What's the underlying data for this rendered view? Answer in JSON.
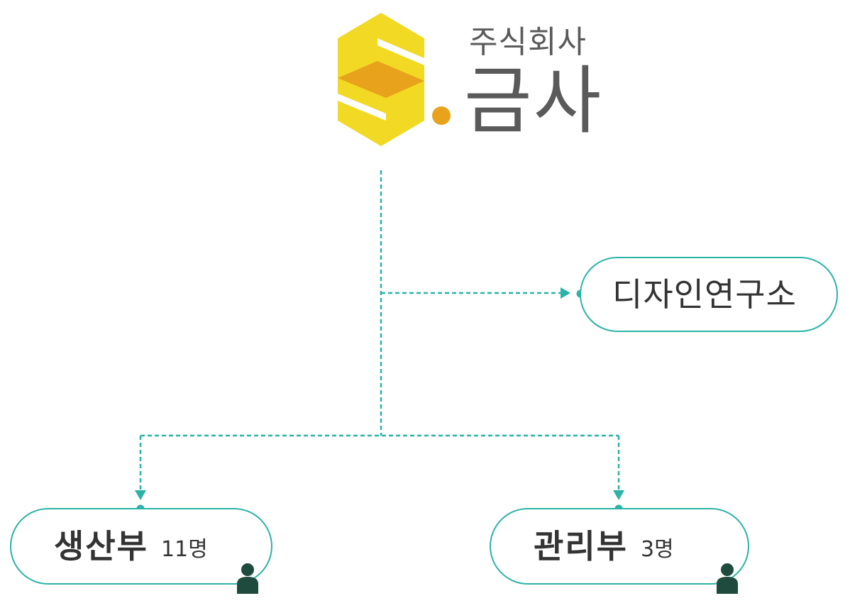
{
  "company": {
    "prefix": "주식회사",
    "name": "금사",
    "logo_colors": {
      "hex_light": "#f2d923",
      "band": "#e8a21c",
      "dot": "#e8a21c"
    }
  },
  "colors": {
    "line": "#2bb3a7",
    "text": "#333333",
    "person": "#1f4a3e"
  },
  "departments": [
    {
      "label": "디자인연구소",
      "count": ""
    },
    {
      "label": "생산부",
      "count": "11명"
    },
    {
      "label": "관리부",
      "count": "3명"
    }
  ],
  "icons": {
    "person": "person-icon",
    "logo": "hexagon-s-logo"
  }
}
